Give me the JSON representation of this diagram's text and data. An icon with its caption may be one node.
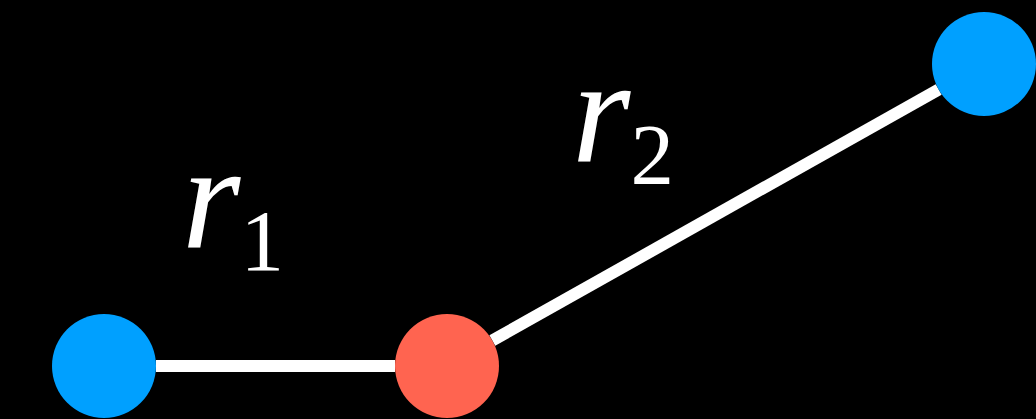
{
  "diagram": {
    "nodes": [
      {
        "text": [],
        "shape": "circle"
      },
      {
        "text": [],
        "shape": "circle"
      },
      {
        "text": [],
        "shape": "circle"
      }
    ],
    "edges": [
      {
        "from": 0,
        "to": 1,
        "arrow": "none",
        "label": "*r*$_{1}$"
      },
      {
        "from": 1,
        "to": 2,
        "arrow": "none",
        "label": "*r*$_{2}$"
      }
    ]
  }
}
